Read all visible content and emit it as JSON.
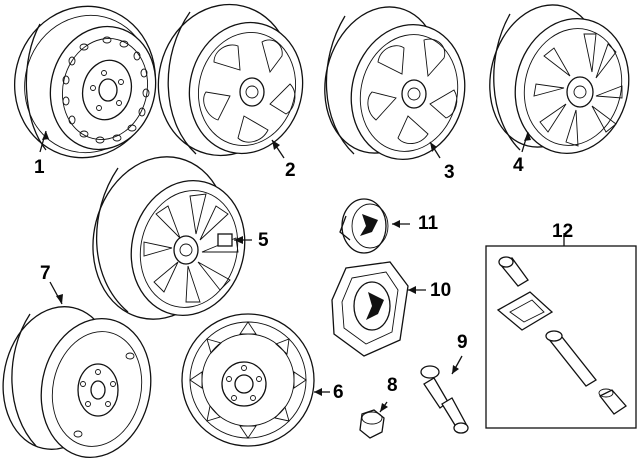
{
  "callouts": {
    "c1": "1",
    "c2": "2",
    "c3": "3",
    "c4": "4",
    "c5": "5",
    "c6": "6",
    "c7": "7",
    "c8": "8",
    "c9": "9",
    "c10": "10",
    "c11": "11",
    "c12": "12"
  },
  "parts": [
    {
      "callout": "1",
      "icon": "steel-wheel-vented-icon"
    },
    {
      "callout": "2",
      "icon": "alloy-wheel-5-spoke-icon"
    },
    {
      "callout": "3",
      "icon": "alloy-wheel-5-spoke-icon"
    },
    {
      "callout": "4",
      "icon": "alloy-wheel-split-spoke-icon"
    },
    {
      "callout": "5",
      "icon": "alloy-wheel-multi-spoke-icon"
    },
    {
      "callout": "6",
      "icon": "wheel-cover-icon"
    },
    {
      "callout": "7",
      "icon": "spare-wheel-icon"
    },
    {
      "callout": "8",
      "icon": "lug-nut-icon"
    },
    {
      "callout": "9",
      "icon": "valve-stem-icon"
    },
    {
      "callout": "10",
      "icon": "center-cap-large-icon"
    },
    {
      "callout": "11",
      "icon": "center-cap-small-icon"
    },
    {
      "callout": "12",
      "icon": "tpms-sensor-kit-icon"
    }
  ]
}
